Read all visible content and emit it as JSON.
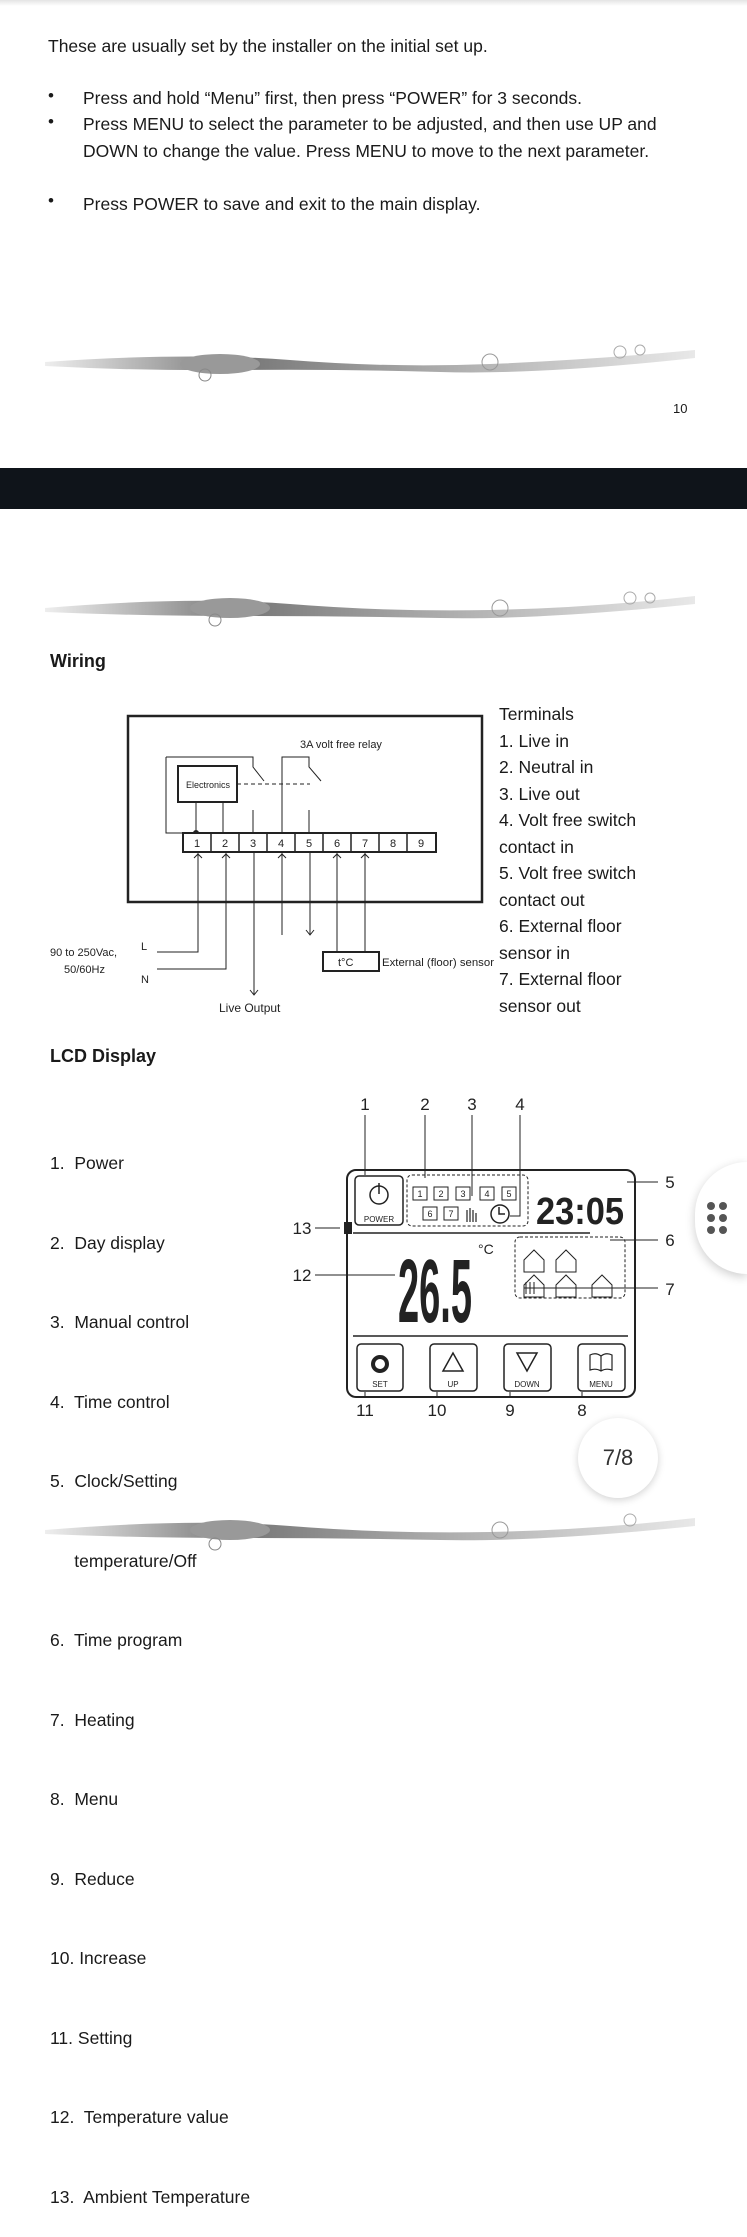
{
  "intro": "These are usually set by the installer on the initial set up.",
  "bullets": [
    "Press and hold “Menu” first, then press “POWER” for 3 seconds.",
    "Press MENU to select the parameter to be adjusted, and then use UP and DOWN to change the value. Press MENU to move to the next parameter.",
    "Press POWER to save and exit to the main display."
  ],
  "bullet_glyph": "•",
  "page_number": "10",
  "wiring": {
    "heading": "Wiring",
    "relay_label": "3A volt free relay",
    "electronics_label": "Electronics",
    "terminals": [
      "1",
      "2",
      "3",
      "4",
      "5",
      "6",
      "7",
      "8",
      "9"
    ],
    "supply_label_1": "90 to 250Vac,",
    "supply_label_2": "50/60Hz",
    "line_label": "L",
    "neutral_label": "N",
    "sensor_box": "t°C",
    "sensor_label": "External (floor) sensor",
    "live_output_label": "Live Output",
    "terminals_title": "Terminals",
    "terminal_list": [
      "1.  Live in",
      "2.  Neutral in",
      "3.  Live out",
      "4.  Volt free switch",
      "contact in",
      "5.  Volt free switch",
      "contact out",
      "6.  External floor",
      "sensor in",
      "7.  External floor",
      "sensor out"
    ]
  },
  "lcd": {
    "heading": "LCD Display",
    "items": [
      "1.  Power",
      "2.  Day display",
      "3.  Manual control",
      "4.  Time control",
      "5.  Clock/Setting",
      "     temperature/Off",
      "6.  Time program",
      "7.  Heating",
      "8.  Menu",
      "9.  Reduce",
      "10. Increase",
      "11. Setting",
      "12.  Temperature value",
      "13.  Ambient Temperature"
    ],
    "callouts": {
      "c1": "1",
      "c2": "2",
      "c3": "3",
      "c4": "4",
      "c5": "5",
      "c6": "6",
      "c7": "7",
      "c8": "8",
      "c9": "9",
      "c10": "10",
      "c11": "11",
      "c12": "12",
      "c13": "13"
    },
    "clock": "23:05",
    "temperature": "26.5",
    "unit": "°C",
    "days": [
      "1",
      "2",
      "3",
      "4",
      "5",
      "6",
      "7"
    ],
    "buttons": {
      "power": "POWER",
      "set": "SET",
      "up": "UP",
      "down": "DOWN",
      "menu": "MENU"
    }
  },
  "pager": "7/8"
}
